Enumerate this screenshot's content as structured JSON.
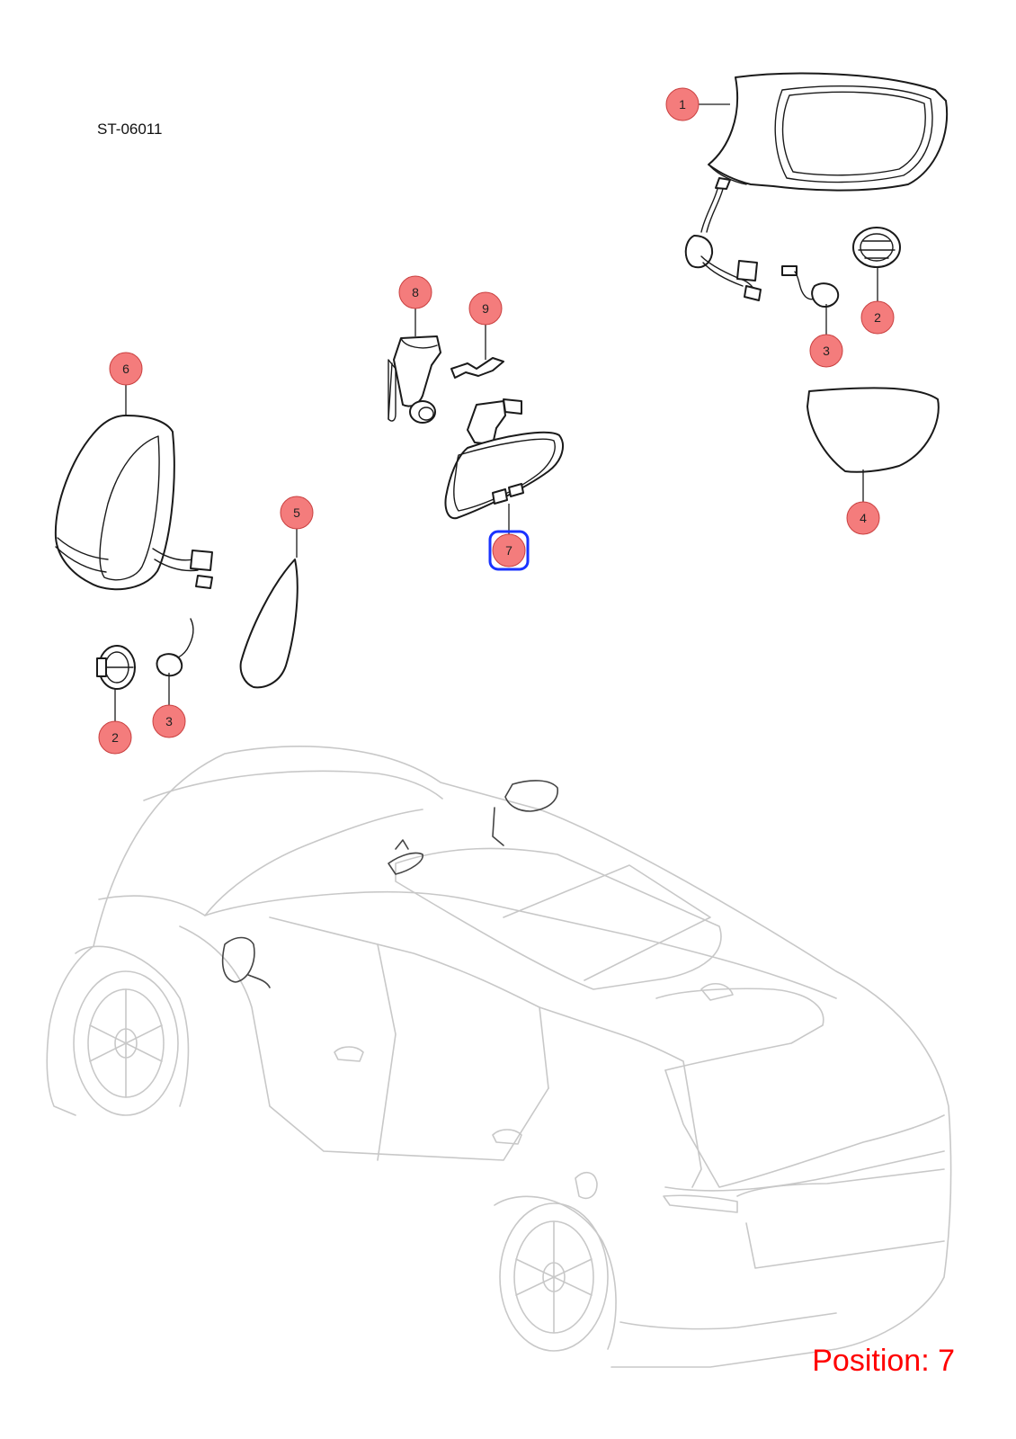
{
  "diagram_code": "ST-06011",
  "position_label": "Position: 7",
  "colors": {
    "callout_fill": "#f47c7c",
    "callout_stroke": "#c94040",
    "highlight": "#1a33ff",
    "position_text": "#ff0000",
    "car_outline": "#c8c8c8"
  },
  "selected_callout": "7",
  "callouts": [
    {
      "id": "c1",
      "label": "1"
    },
    {
      "id": "c2a",
      "label": "2"
    },
    {
      "id": "c3a",
      "label": "3"
    },
    {
      "id": "c4",
      "label": "4"
    },
    {
      "id": "c5",
      "label": "5"
    },
    {
      "id": "c6",
      "label": "6"
    },
    {
      "id": "c7",
      "label": "7"
    },
    {
      "id": "c8",
      "label": "8"
    },
    {
      "id": "c9",
      "label": "9"
    },
    {
      "id": "c2b",
      "label": "2"
    },
    {
      "id": "c3b",
      "label": "3"
    }
  ]
}
